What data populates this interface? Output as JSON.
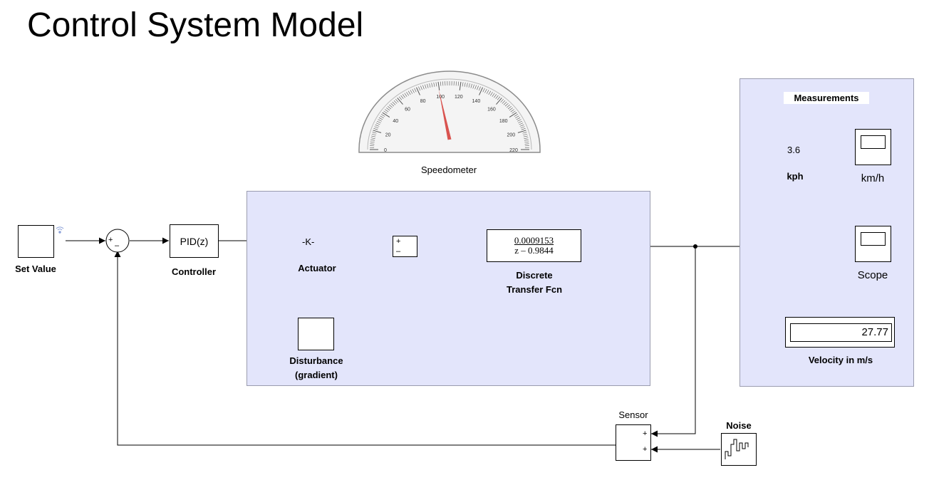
{
  "page": {
    "title": "Control System Model"
  },
  "areas": {
    "measurements_label": "Measurements"
  },
  "blocks": {
    "set_value": {
      "label": "Set Value"
    },
    "sum1": {
      "plus": "+",
      "minus": "–"
    },
    "controller": {
      "text": "PID(z)",
      "label": "Controller"
    },
    "actuator": {
      "text": "-K-",
      "label": "Actuator"
    },
    "sum2": {
      "plus": "+",
      "minus": "–"
    },
    "disturbance": {
      "label_line1": "Disturbance",
      "label_line2": "(gradient)"
    },
    "transfer_fcn": {
      "numerator": "0.0009153",
      "denominator": "z – 0.9844",
      "label_line1": "Discrete",
      "label_line2": "Transfer Fcn"
    },
    "kph": {
      "text": "3.6",
      "label": "kph"
    },
    "kmh_scope": {
      "label": "km/h"
    },
    "scope": {
      "label": "Scope"
    },
    "velocity_display": {
      "value": "27.77",
      "label": "Velocity in m/s"
    },
    "sensor": {
      "label": "Sensor",
      "plus1": "+",
      "plus2": "+"
    },
    "noise": {
      "label": "Noise"
    },
    "speedometer": {
      "label": "Speedometer",
      "min": 0,
      "max": 220,
      "ticks": [
        "0",
        "20",
        "40",
        "60",
        "80",
        "100",
        "120",
        "140",
        "160",
        "180",
        "200",
        "220"
      ],
      "needle_value": 100
    }
  }
}
